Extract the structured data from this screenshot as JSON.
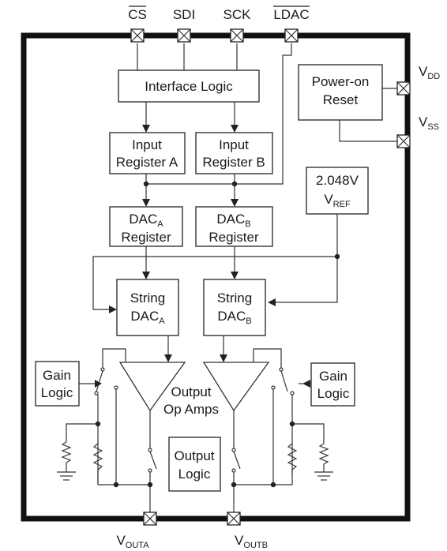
{
  "pins": {
    "cs": "CS",
    "sdi": "SDI",
    "sck": "SCK",
    "ldac": "LDAC",
    "vdd_main": "V",
    "vdd_sub": "DD",
    "vss_main": "V",
    "vss_sub": "SS",
    "vouta_main": "V",
    "vouta_sub": "OUTA",
    "voutb_main": "V",
    "voutb_sub": "OUTB"
  },
  "blocks": {
    "interface_logic": "Interface Logic",
    "power_on_line1": "Power-on",
    "power_on_line2": "Reset",
    "input_a_line1": "Input",
    "input_a_line2": "Register A",
    "input_b_line1": "Input",
    "input_b_line2": "Register B",
    "vref_line1": "2.048V",
    "vref_main": "V",
    "vref_sub": "REF",
    "dac_a_main": "DAC",
    "dac_a_sub": "A",
    "dac_a_line2": "Register",
    "dac_b_main": "DAC",
    "dac_b_sub": "B",
    "dac_b_line2": "Register",
    "string_a_line1": "String",
    "string_a_main": "DAC",
    "string_a_sub": "A",
    "string_b_line1": "String",
    "string_b_main": "DAC",
    "string_b_sub": "B",
    "gain_left_line1": "Gain",
    "gain_left_line2": "Logic",
    "gain_right_line1": "Gain",
    "gain_right_line2": "Logic",
    "opamps_line1": "Output",
    "opamps_line2": "Op Amps",
    "output_logic_line1": "Output",
    "output_logic_line2": "Logic"
  }
}
